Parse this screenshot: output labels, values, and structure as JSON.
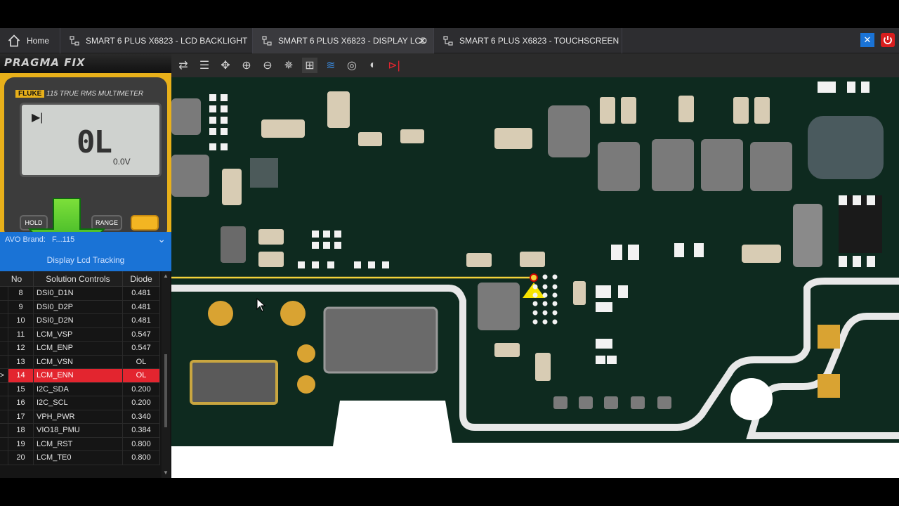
{
  "tabs": [
    {
      "label": "Home",
      "active": false
    },
    {
      "label": "SMART 6 PLUS X6823 - LCD BACKLIGHT",
      "active": false
    },
    {
      "label": "SMART 6 PLUS X6823 - DISPLAY LCD",
      "active": true
    },
    {
      "label": "SMART 6 PLUS X6823 - TOUCHSCREEN",
      "active": false
    }
  ],
  "brand": "PRAGMA FIX",
  "meter": {
    "maker": "FLUKE",
    "model": "115 TRUE RMS MULTIMETER",
    "reading": "0L",
    "subreading": "0.0V",
    "buttons": [
      "HOLD",
      "RANGE"
    ]
  },
  "avo": {
    "label": "AVO Brand:",
    "selected": "F...115",
    "mode": "Display Lcd Tracking"
  },
  "grid": {
    "headers": [
      "No",
      "Solution Controls",
      "Diode"
    ],
    "rows": [
      {
        "no": "8",
        "name": "DSI0_D1N",
        "diode": "0.481"
      },
      {
        "no": "9",
        "name": "DSI0_D2P",
        "diode": "0.481"
      },
      {
        "no": "10",
        "name": "DSI0_D2N",
        "diode": "0.481"
      },
      {
        "no": "11",
        "name": "LCM_VSP",
        "diode": "0.547"
      },
      {
        "no": "12",
        "name": "LCM_ENP",
        "diode": "0.547"
      },
      {
        "no": "13",
        "name": "LCM_VSN",
        "diode": "OL"
      },
      {
        "no": "14",
        "name": "LCM_ENN",
        "diode": "OL",
        "selected": true
      },
      {
        "no": "15",
        "name": "I2C_SDA",
        "diode": "0.200"
      },
      {
        "no": "16",
        "name": "I2C_SCL",
        "diode": "0.200"
      },
      {
        "no": "17",
        "name": "VPH_PWR",
        "diode": "0.340"
      },
      {
        "no": "18",
        "name": "VIO18_PMU",
        "diode": "0.384"
      },
      {
        "no": "19",
        "name": "LCM_RST",
        "diode": "0.800"
      },
      {
        "no": "20",
        "name": "LCM_TE0",
        "diode": "0.800"
      }
    ]
  },
  "colors": {
    "accent": "#1a73d6",
    "selected_row": "#e3252f",
    "board": "#0e2a1f",
    "trace": "#f3d23a"
  }
}
